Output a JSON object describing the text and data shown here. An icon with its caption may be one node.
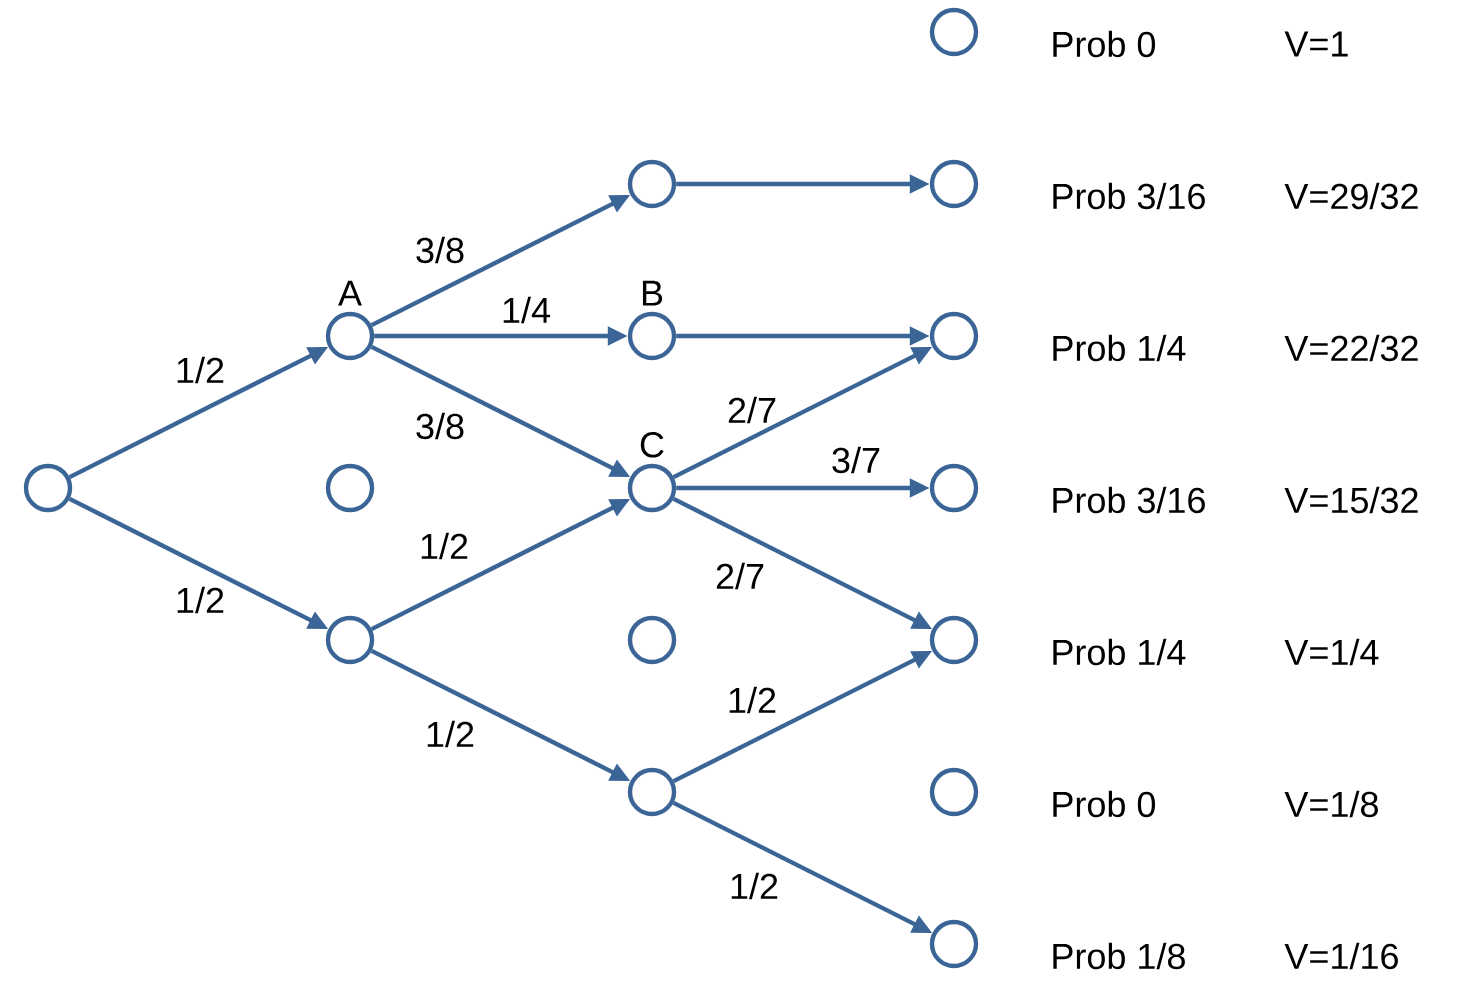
{
  "diagram": {
    "nodes": [
      {
        "text": [],
        "shape": "circle"
      },
      {
        "text": [
          "A"
        ]
      },
      {
        "text": [],
        "shape": "circle"
      },
      {
        "text": [],
        "shape": "circle"
      },
      {
        "text": [],
        "shape": "circle"
      },
      {
        "text": [
          "B"
        ]
      },
      {
        "text": [
          "C"
        ]
      },
      {
        "text": [],
        "shape": "circle"
      },
      {
        "text": [],
        "shape": "circle"
      },
      {
        "text": [],
        "shape": "circle",
        "beside": [
          "Prob 0",
          "V=1"
        ]
      },
      {
        "text": [],
        "shape": "circle",
        "beside": [
          "Prob 3/16",
          "V=29/32"
        ]
      },
      {
        "text": [],
        "shape": "circle",
        "beside": [
          "Prob 1/4",
          "V=22/32"
        ]
      },
      {
        "text": [],
        "shape": "circle",
        "beside": [
          "Prob 3/16",
          "V=15/32"
        ]
      },
      {
        "text": [],
        "shape": "circle",
        "beside": [
          "Prob 1/4",
          "V=1/4"
        ]
      },
      {
        "text": [],
        "shape": "circle",
        "beside": [
          "Prob 0",
          "V=1/8"
        ]
      },
      {
        "text": [],
        "shape": "circle",
        "beside": [
          "Prob 1/8",
          "V=1/16"
        ]
      }
    ],
    "edges": [
      {
        "from": 0,
        "to": 1,
        "arrow": "to",
        "label": "1/2"
      },
      {
        "from": 0,
        "to": 3,
        "arrow": "to",
        "label": "1/2"
      },
      {
        "from": 1,
        "to": 4,
        "arrow": "to",
        "label": "3/8"
      },
      {
        "from": 1,
        "to": 5,
        "arrow": "to",
        "label": "1/4"
      },
      {
        "from": 1,
        "to": 6,
        "arrow": "to",
        "label": "3/8"
      },
      {
        "from": 3,
        "to": 6,
        "arrow": "to",
        "label": "1/2"
      },
      {
        "from": 3,
        "to": 8,
        "arrow": "to",
        "label": "1/2"
      },
      {
        "from": 4,
        "to": 10,
        "arrow": "to"
      },
      {
        "from": 5,
        "to": 11,
        "arrow": "to"
      },
      {
        "from": 6,
        "to": 11,
        "arrow": "to",
        "label": "2/7"
      },
      {
        "from": 6,
        "to": 12,
        "arrow": "to",
        "label": "3/7"
      },
      {
        "from": 6,
        "to": 13,
        "arrow": "to",
        "label": "2/7"
      },
      {
        "from": 8,
        "to": 13,
        "arrow": "to",
        "label": "1/2"
      },
      {
        "from": 8,
        "to": 15,
        "arrow": "to",
        "label": "1/2"
      }
    ]
  }
}
